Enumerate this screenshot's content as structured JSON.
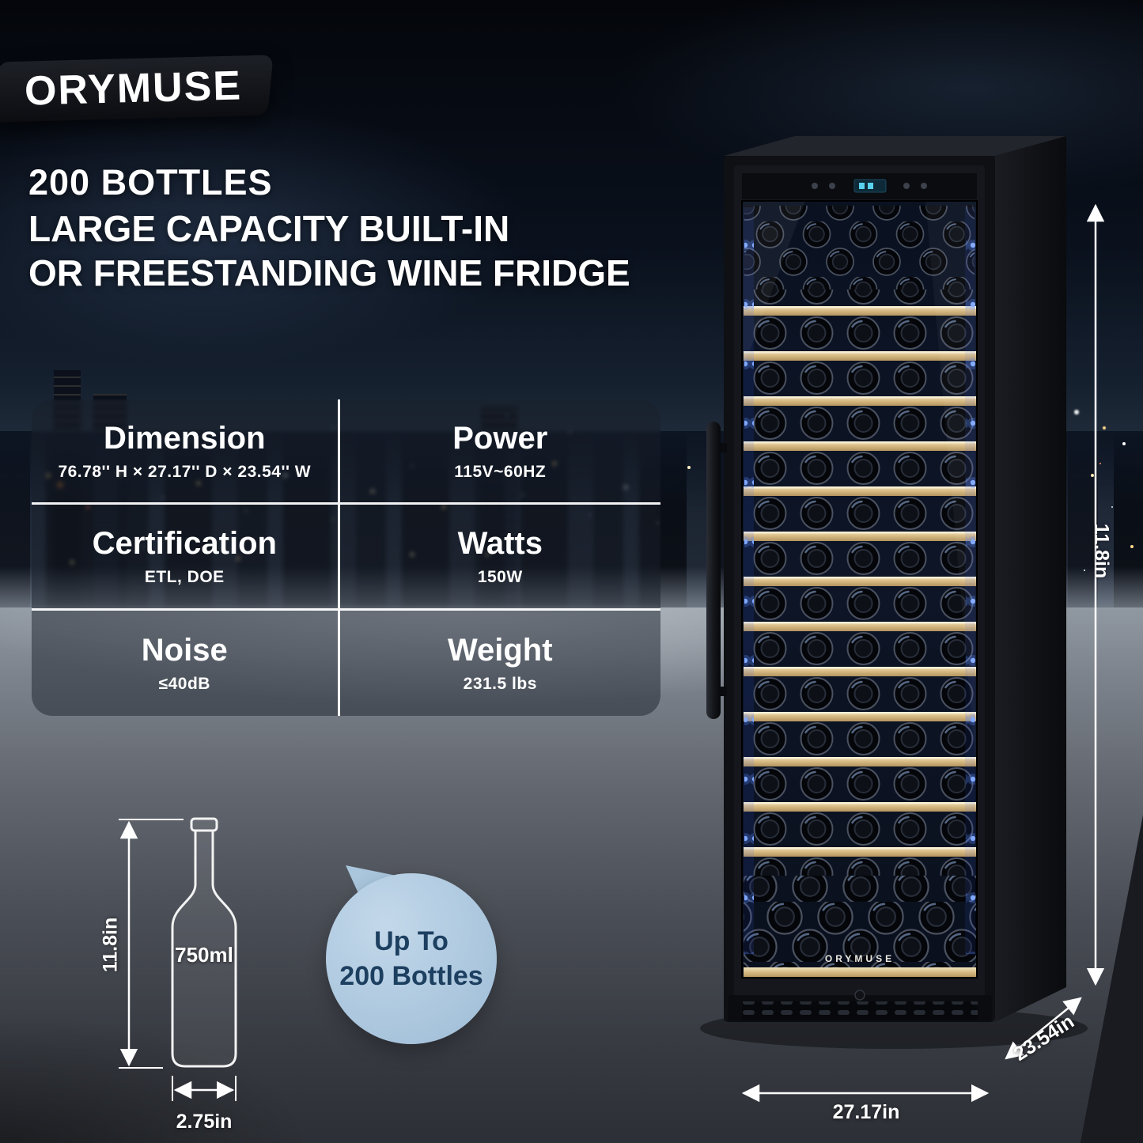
{
  "brand": {
    "name": "ORYMUSE"
  },
  "headline": {
    "line1": "200 BOTTLES",
    "line2": "LARGE CAPACITY BUILT-IN",
    "line3": "OR FREESTANDING WINE FRIDGE"
  },
  "specs": {
    "cells": [
      {
        "title": "Dimension",
        "value": "76.78'' H × 27.17'' D × 23.54'' W"
      },
      {
        "title": "Power",
        "value": "115V~60HZ"
      },
      {
        "title": "Certification",
        "value": "ETL, DOE"
      },
      {
        "title": "Watts",
        "value": "150W"
      },
      {
        "title": "Noise",
        "value": "≤40dB"
      },
      {
        "title": "Weight",
        "value": "231.5 lbs"
      }
    ]
  },
  "bottle_diagram": {
    "height_label": "11.8in",
    "volume_label": "750ml",
    "width_label": "2.75in"
  },
  "capacity_badge": {
    "line1": "Up To",
    "line2": "200 Bottles"
  },
  "fridge": {
    "brand_label": "ORYMUSE",
    "height_label": "11.8in",
    "width_label": "27.17in",
    "depth_label": "23.54in"
  },
  "colors": {
    "badge_blue": "#a9c6dd",
    "badge_text": "#1d3f60",
    "shelf_wood": "#d9bc85",
    "led_blue": "#7fa8ff"
  }
}
